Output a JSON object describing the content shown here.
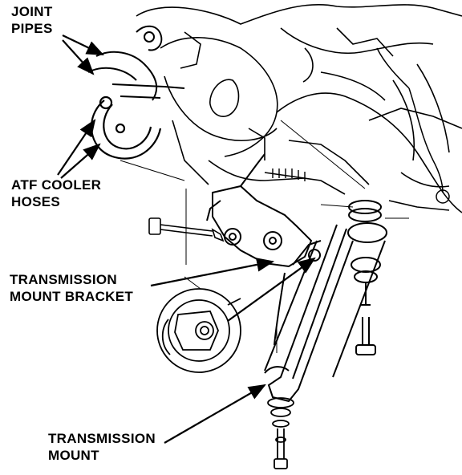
{
  "labels": {
    "joint_pipes": [
      "JOINT",
      "PIPES"
    ],
    "atf_cooler_hoses": [
      "ATF COOLER",
      "HOSES"
    ],
    "transmission_mount_bracket": [
      "TRANSMISSION",
      "MOUNT BRACKET"
    ],
    "transmission_mount": [
      "TRANSMISSION",
      "MOUNT"
    ]
  },
  "colors": {
    "ink": "#000000",
    "paper": "#ffffff"
  }
}
